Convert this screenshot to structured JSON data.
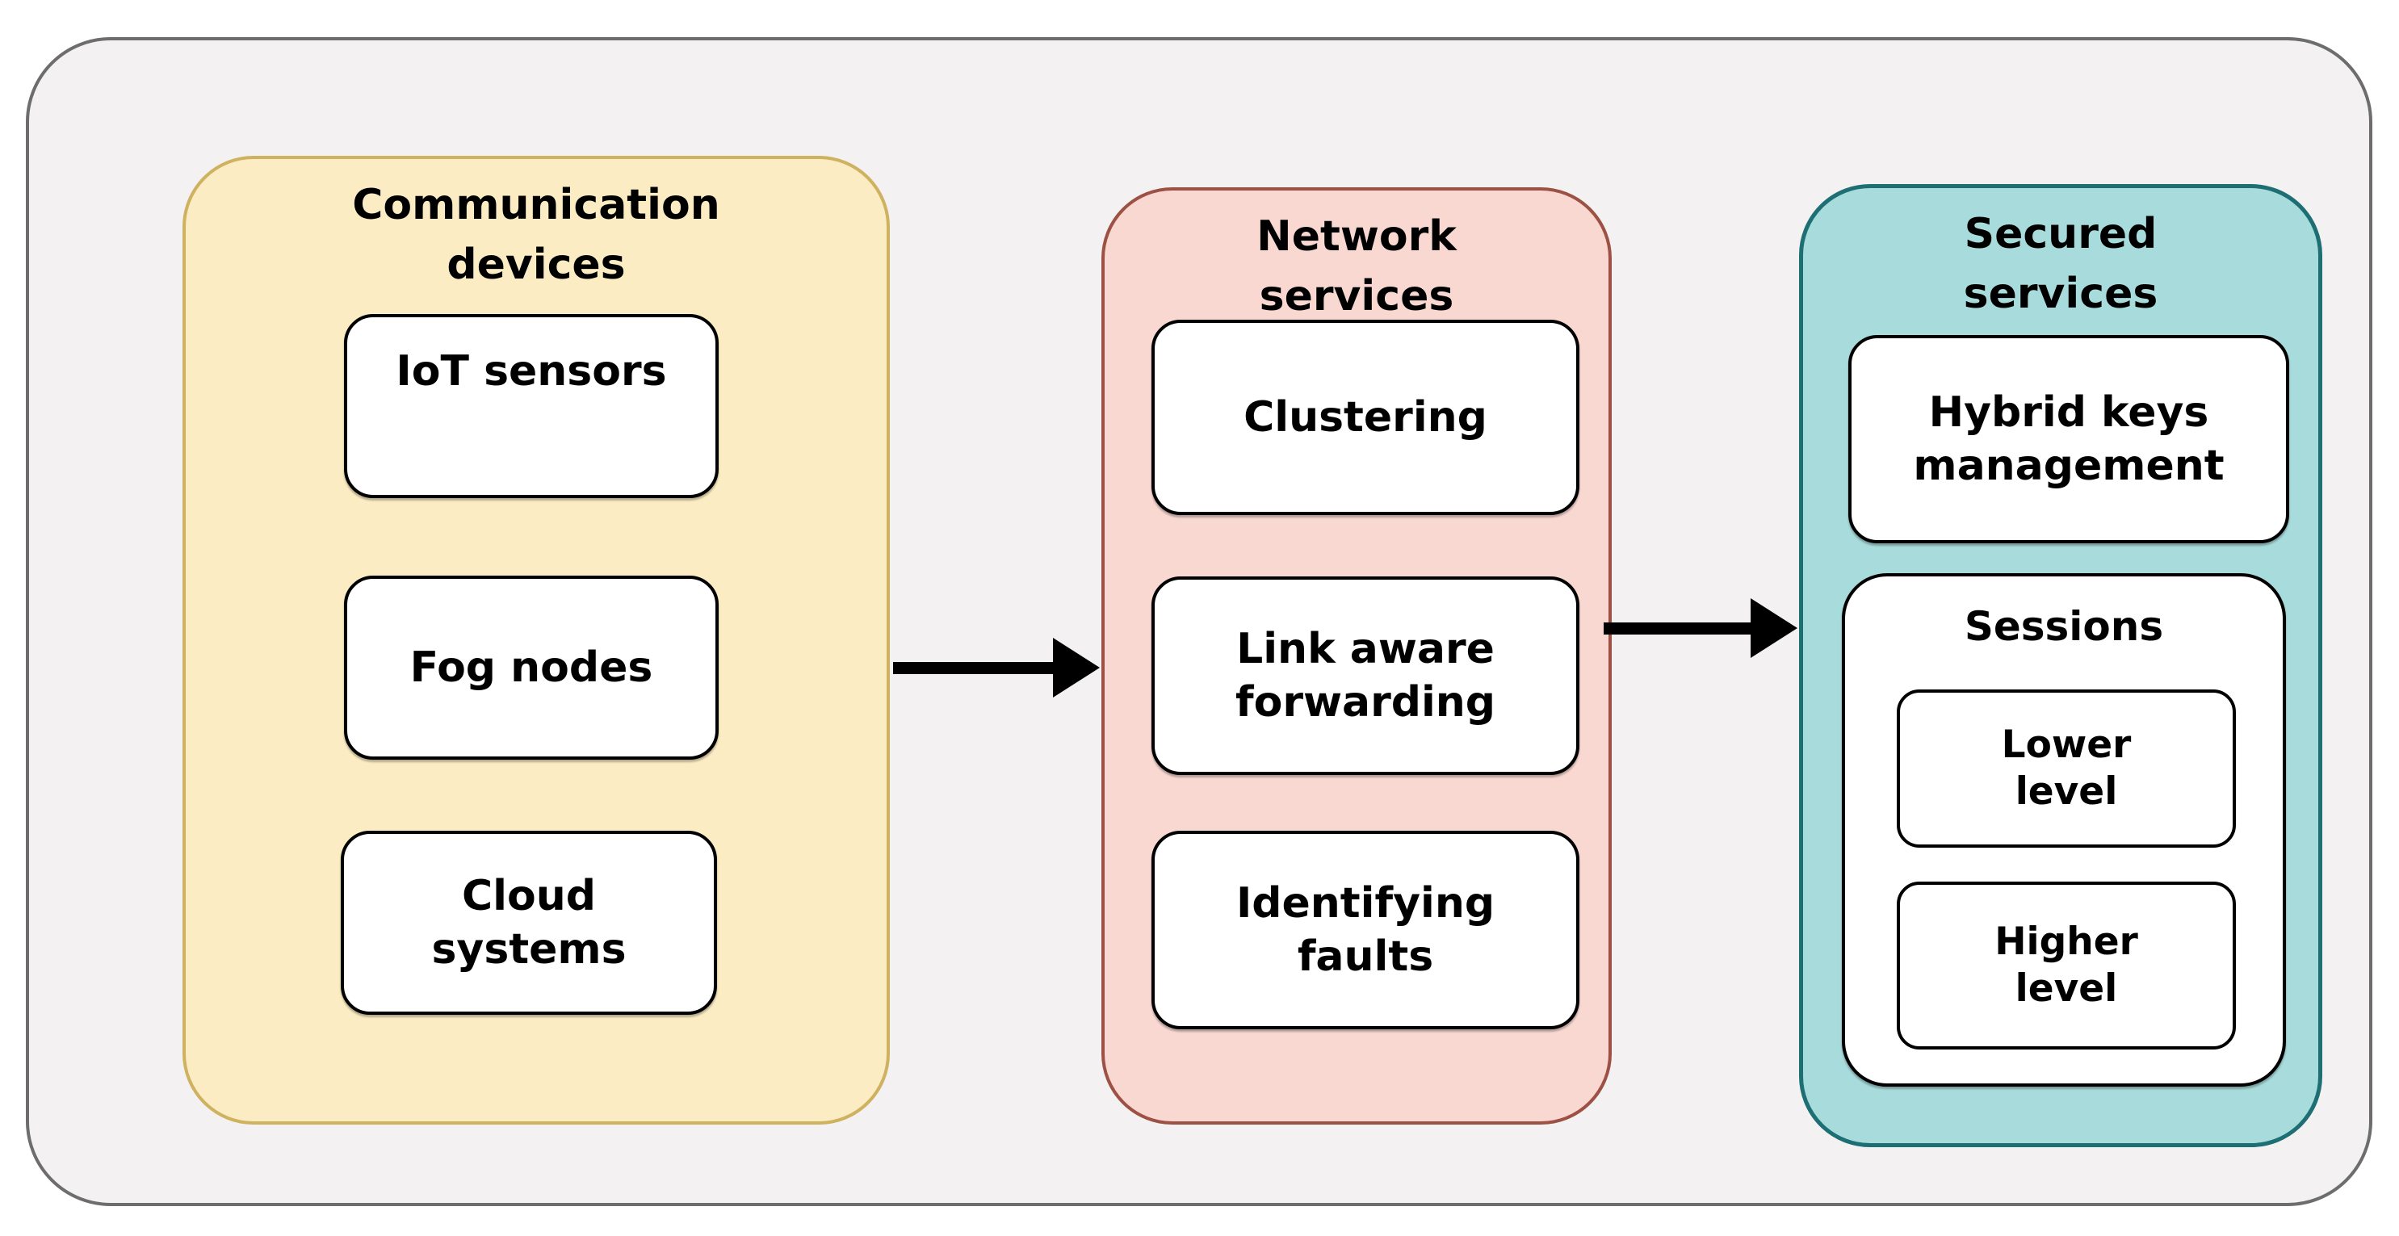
{
  "panels": {
    "communication": {
      "title": "Communication\ndevices",
      "boxes": [
        {
          "label": "IoT sensors"
        },
        {
          "label": "Fog nodes"
        },
        {
          "label": "Cloud\nsystems"
        }
      ]
    },
    "network": {
      "title": "Network\nservices",
      "boxes": [
        {
          "label": "Clustering"
        },
        {
          "label": "Link aware\nforwarding"
        },
        {
          "label": "Identifying\nfaults"
        }
      ]
    },
    "secured": {
      "title": "Secured\nservices",
      "boxes": [
        {
          "label": "Hybrid keys\nmanagement"
        }
      ],
      "sessions": {
        "title": "Sessions",
        "items": [
          {
            "label": "Lower\nlevel"
          },
          {
            "label": "Higher\nlevel"
          }
        ]
      }
    }
  },
  "arrows": [
    {
      "from": "communication-devices",
      "to": "network-services"
    },
    {
      "from": "network-services",
      "to": "secured-services"
    }
  ],
  "colors": {
    "outer_fill": "#f3f1f1",
    "outer_border": "#6d6d6d",
    "communication_fill": "#fbecc3",
    "communication_border": "#cfb25f",
    "network_fill": "#f9d8d2",
    "network_border": "#9d5044",
    "secured_fill": "#a8dbdb",
    "secured_border": "#1e6f74",
    "box_fill": "#ffffff",
    "box_border": "#000000",
    "arrow_color": "#000000",
    "text_color": "#000000"
  }
}
